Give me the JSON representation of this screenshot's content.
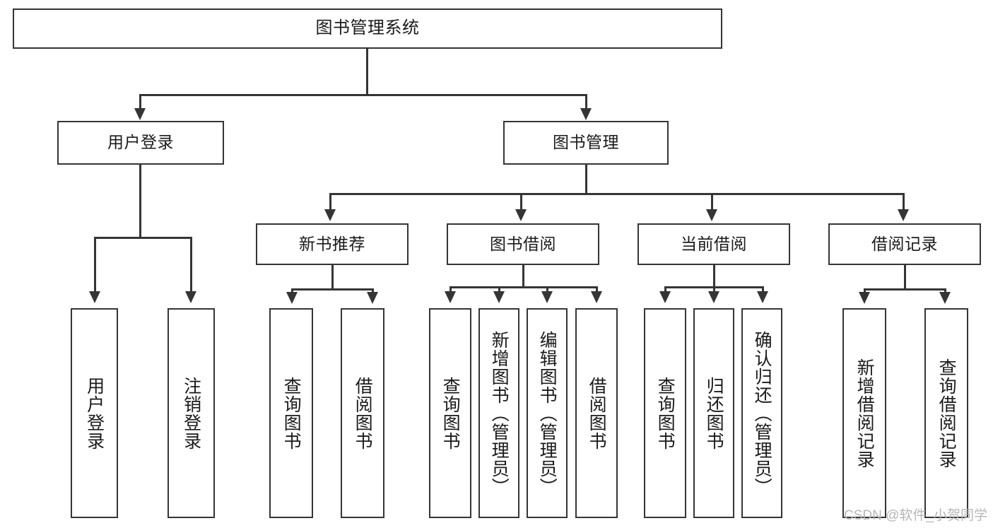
{
  "diagram": {
    "type": "tree-hierarchy-diagram",
    "title": "图书管理系统",
    "colors": {
      "background": "#ffffff",
      "stroke": "#353535",
      "text": "#1a1a1a",
      "watermark": "#b6b6b6"
    },
    "nodes": {
      "root": {
        "label": "图书管理系统"
      },
      "level2": [
        {
          "id": "user-login",
          "label": "用户登录"
        },
        {
          "id": "book-management",
          "label": "图书管理"
        }
      ],
      "level3": [
        {
          "id": "new-book-recommend",
          "label": "新书推荐"
        },
        {
          "id": "book-borrow",
          "label": "图书借阅"
        },
        {
          "id": "current-borrow",
          "label": "当前借阅"
        },
        {
          "id": "borrow-record",
          "label": "借阅记录"
        }
      ],
      "leaves": {
        "user_login": [
          {
            "id": "leaf-user-login",
            "label": "用户登录"
          },
          {
            "id": "leaf-logout-login",
            "label": "注销登录"
          }
        ],
        "new_book_recommend": [
          {
            "id": "leaf-query-book-1",
            "label": "查询图书"
          },
          {
            "id": "leaf-borrow-book-1",
            "label": "借阅图书"
          }
        ],
        "book_borrow": [
          {
            "id": "leaf-query-book-2",
            "label": "查询图书"
          },
          {
            "id": "leaf-add-book",
            "label": "新增图书（管理员）"
          },
          {
            "id": "leaf-edit-book",
            "label": "编辑图书（管理员）"
          },
          {
            "id": "leaf-borrow-book-2",
            "label": "借阅图书"
          }
        ],
        "current_borrow": [
          {
            "id": "leaf-query-book-3",
            "label": "查询图书"
          },
          {
            "id": "leaf-return-book",
            "label": "归还图书"
          },
          {
            "id": "leaf-confirm-return",
            "label": "确认归还（管理员）"
          }
        ],
        "borrow_record": [
          {
            "id": "leaf-add-record",
            "label": "新增借阅记录"
          },
          {
            "id": "leaf-query-record",
            "label": "查询借阅记录"
          }
        ]
      }
    },
    "watermark": "CSDN @软件_小贺同学"
  }
}
